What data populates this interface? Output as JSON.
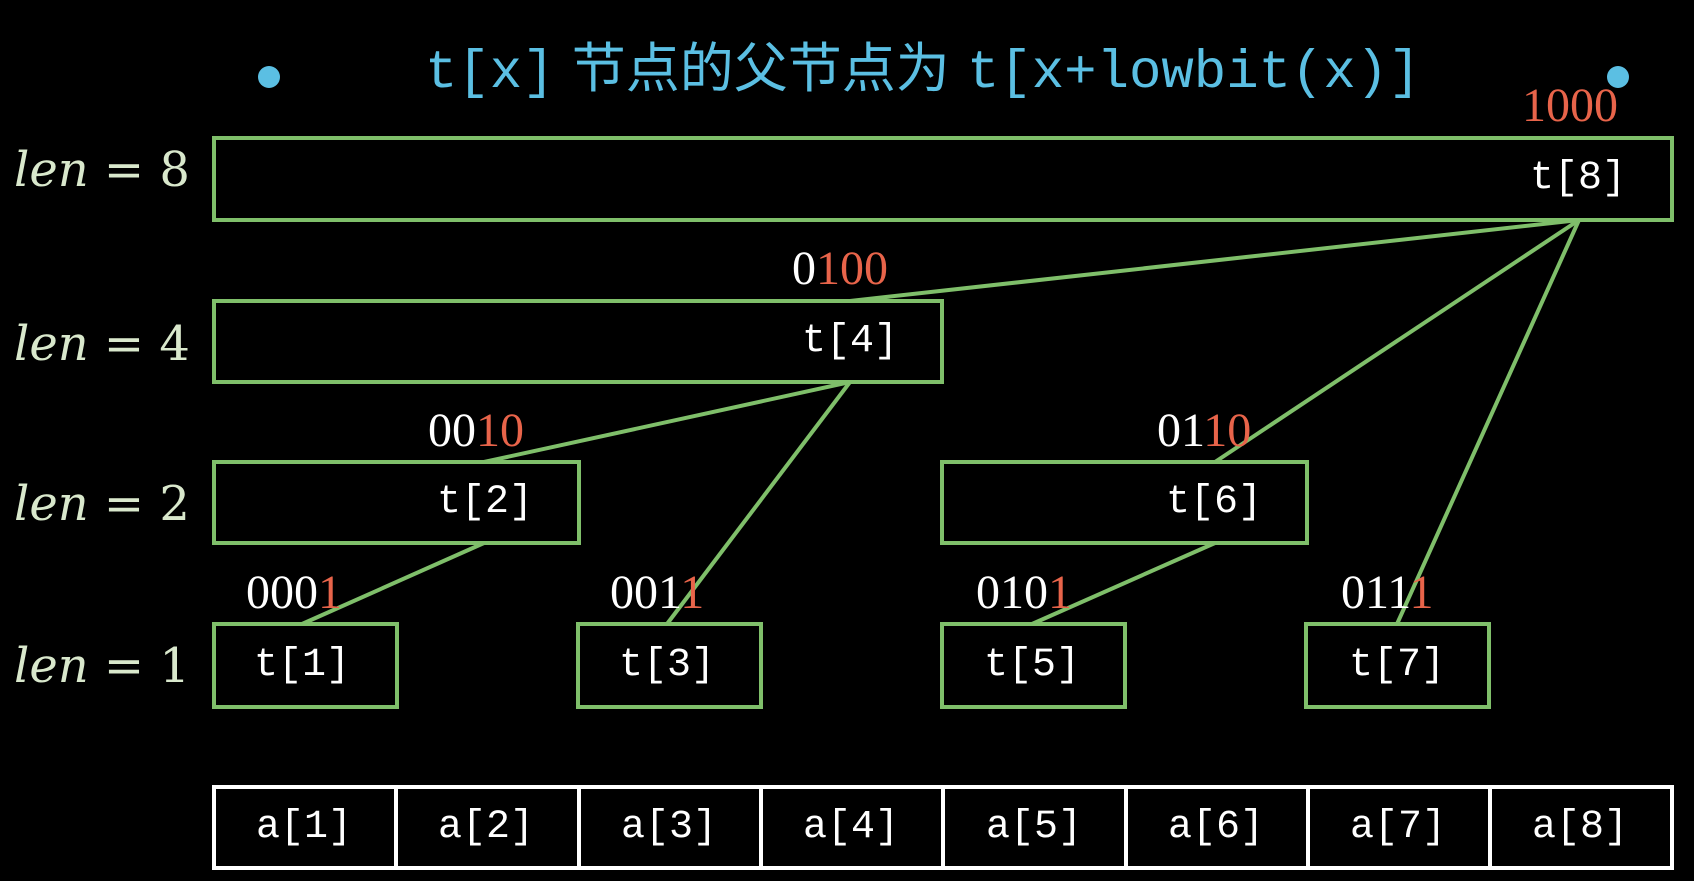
{
  "title": {
    "prefix": "t[x]",
    "cjk": " 节点的父节点为 ",
    "suffix": "t[x+lowbit(x)]",
    "color": "#5bbfe3"
  },
  "colors": {
    "background": "#000000",
    "box_stroke": "#7fbf6a",
    "array_stroke": "#ffffff",
    "highlight_bits": "#e8644a",
    "plain_bits": "#ffffff",
    "len_label": "#d9e8cc"
  },
  "len_labels": [
    {
      "var": "len",
      "eq": " = ",
      "value": "8"
    },
    {
      "var": "len",
      "eq": " = ",
      "value": "4"
    },
    {
      "var": "len",
      "eq": " = ",
      "value": "2"
    },
    {
      "var": "len",
      "eq": " = ",
      "value": "1"
    }
  ],
  "tree_nodes": [
    {
      "label": "t[8]",
      "binary_plain": "",
      "binary_highlight": "1000",
      "len": 8
    },
    {
      "label": "t[4]",
      "binary_plain": "0",
      "binary_highlight": "100",
      "len": 4
    },
    {
      "label": "t[2]",
      "binary_plain": "00",
      "binary_highlight": "10",
      "len": 2
    },
    {
      "label": "t[6]",
      "binary_plain": "01",
      "binary_highlight": "10",
      "len": 2
    },
    {
      "label": "t[1]",
      "binary_plain": "000",
      "binary_highlight": "1",
      "len": 1
    },
    {
      "label": "t[3]",
      "binary_plain": "001",
      "binary_highlight": "1",
      "len": 1
    },
    {
      "label": "t[5]",
      "binary_plain": "010",
      "binary_highlight": "1",
      "len": 1
    },
    {
      "label": "t[7]",
      "binary_plain": "011",
      "binary_highlight": "1",
      "len": 1
    }
  ],
  "array_cells": [
    "a[1]",
    "a[2]",
    "a[3]",
    "a[4]",
    "a[5]",
    "a[6]",
    "a[7]",
    "a[8]"
  ],
  "edges": [
    {
      "from": "t[1]",
      "to": "t[2]"
    },
    {
      "from": "t[3]",
      "to": "t[4]"
    },
    {
      "from": "t[2]",
      "to": "t[4]"
    },
    {
      "from": "t[5]",
      "to": "t[6]"
    },
    {
      "from": "t[7]",
      "to": "t[8]"
    },
    {
      "from": "t[6]",
      "to": "t[8]"
    },
    {
      "from": "t[4]",
      "to": "t[8]"
    },
    {
      "from": "a[1]",
      "to": "t[1]"
    },
    {
      "from": "a[2]",
      "to": "t[2]"
    },
    {
      "from": "a[3]",
      "to": "t[3]"
    },
    {
      "from": "a[4]",
      "to": "t[4]"
    },
    {
      "from": "a[5]",
      "to": "t[5]"
    },
    {
      "from": "a[6]",
      "to": "t[6]"
    },
    {
      "from": "a[7]",
      "to": "t[7]"
    },
    {
      "from": "a[8]",
      "to": "t[8]"
    }
  ]
}
